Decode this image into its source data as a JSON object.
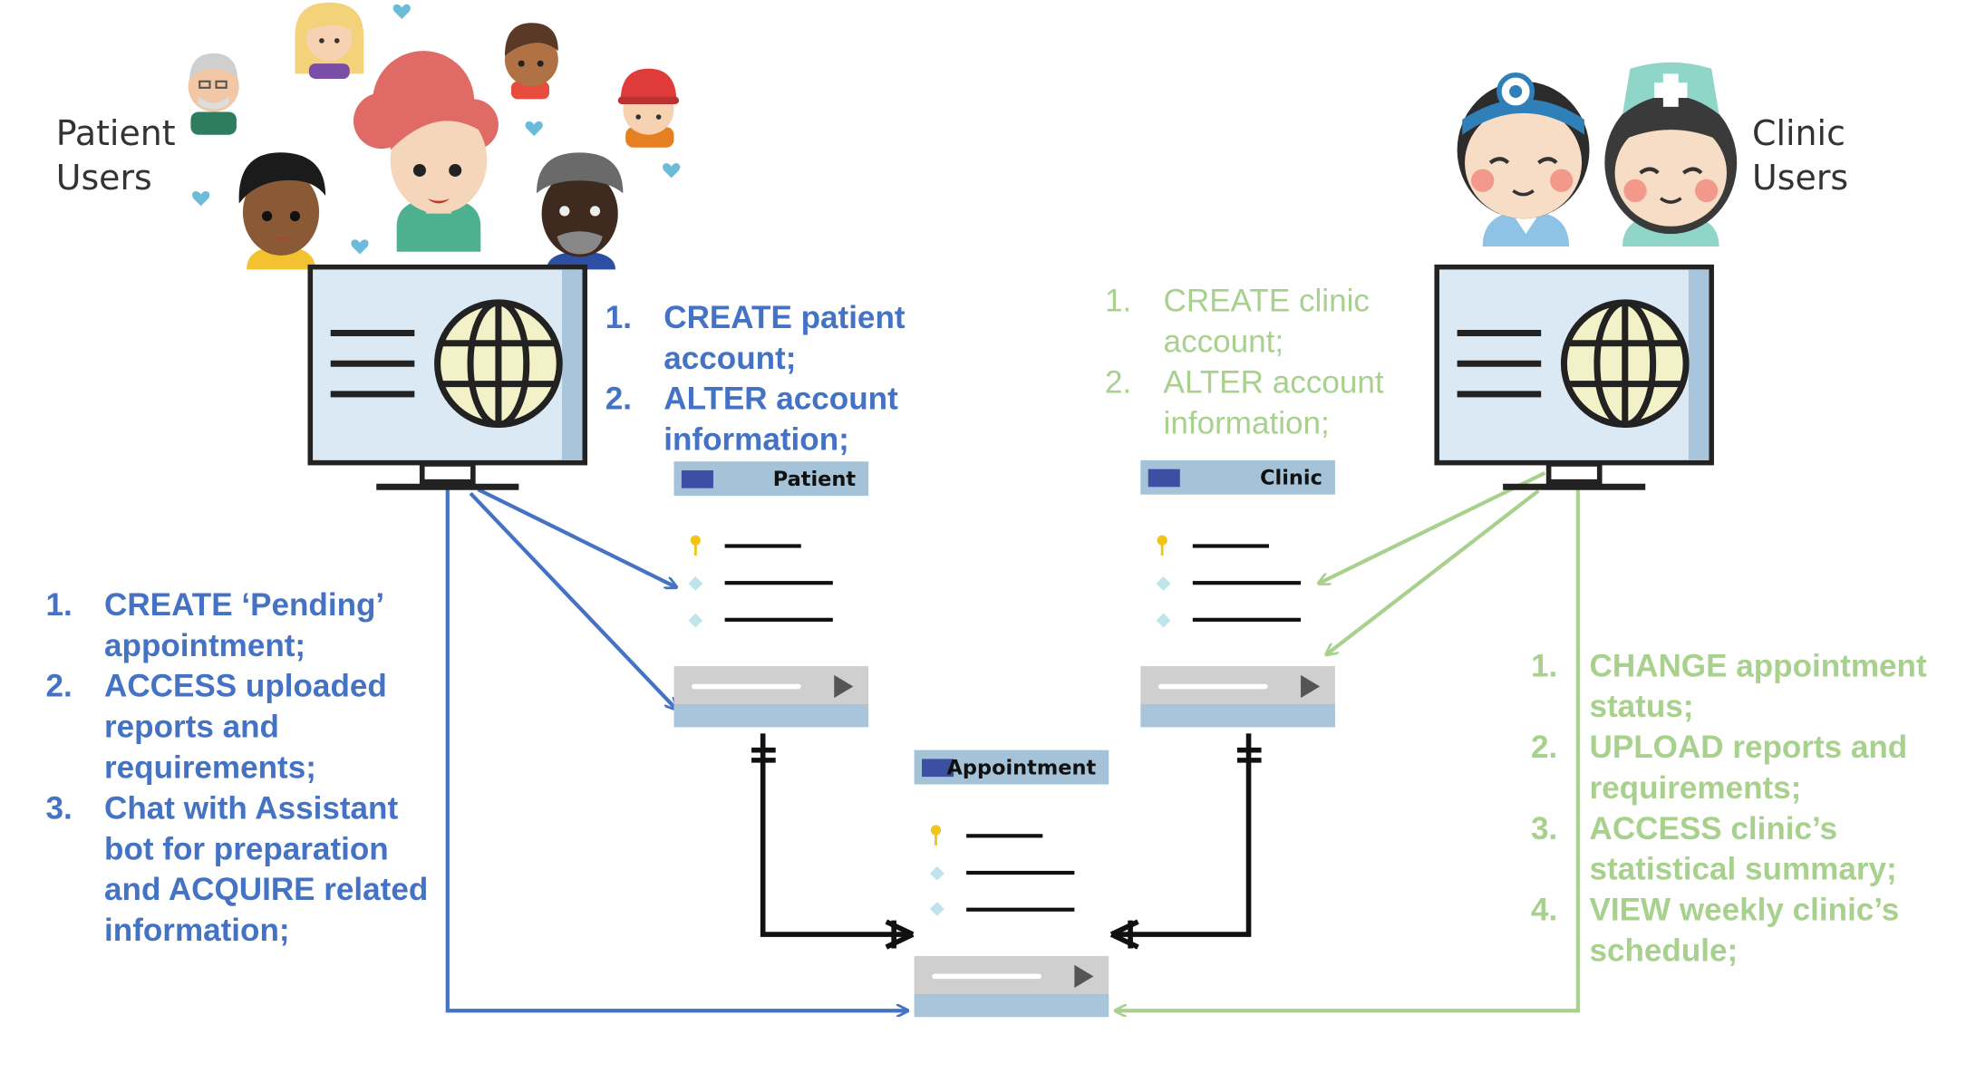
{
  "patient_users": {
    "line1": "Patient",
    "line2": "Users"
  },
  "clinic_users": {
    "line1": "Clinic",
    "line2": "Users"
  },
  "patient_steps": [
    {
      "num": "1.",
      "text": "CREATE patient account;"
    },
    {
      "num": "2.",
      "text": "ALTER account information;"
    }
  ],
  "clinic_steps": [
    {
      "num": "1.",
      "text": "CREATE clinic account;"
    },
    {
      "num": "2.",
      "text": "ALTER account information;"
    }
  ],
  "patient_appt_steps": [
    {
      "num": "1.",
      "text": "CREATE ‘Pending’ appointment;"
    },
    {
      "num": "2.",
      "text": "ACCESS uploaded reports and requirements;"
    },
    {
      "num": "3.",
      "text": "Chat with Assistant bot for preparation and ACQUIRE related information;"
    }
  ],
  "clinic_appt_steps": [
    {
      "num": "1.",
      "text": "CHANGE appointment status;"
    },
    {
      "num": "2.",
      "text": "UPLOAD reports and requirements;"
    },
    {
      "num": "3.",
      "text": "ACCESS clinic’s statistical summary;"
    },
    {
      "num": "4.",
      "text": "VIEW weekly clinic’s schedule;"
    }
  ],
  "tables": {
    "patient": "Patient",
    "clinic": "Clinic",
    "appointment": "Appointment"
  },
  "colors": {
    "patient_flow": "#4472c4",
    "clinic_flow": "#a9d18e",
    "relation": "#111111",
    "table_header": "#a4c2d8"
  }
}
